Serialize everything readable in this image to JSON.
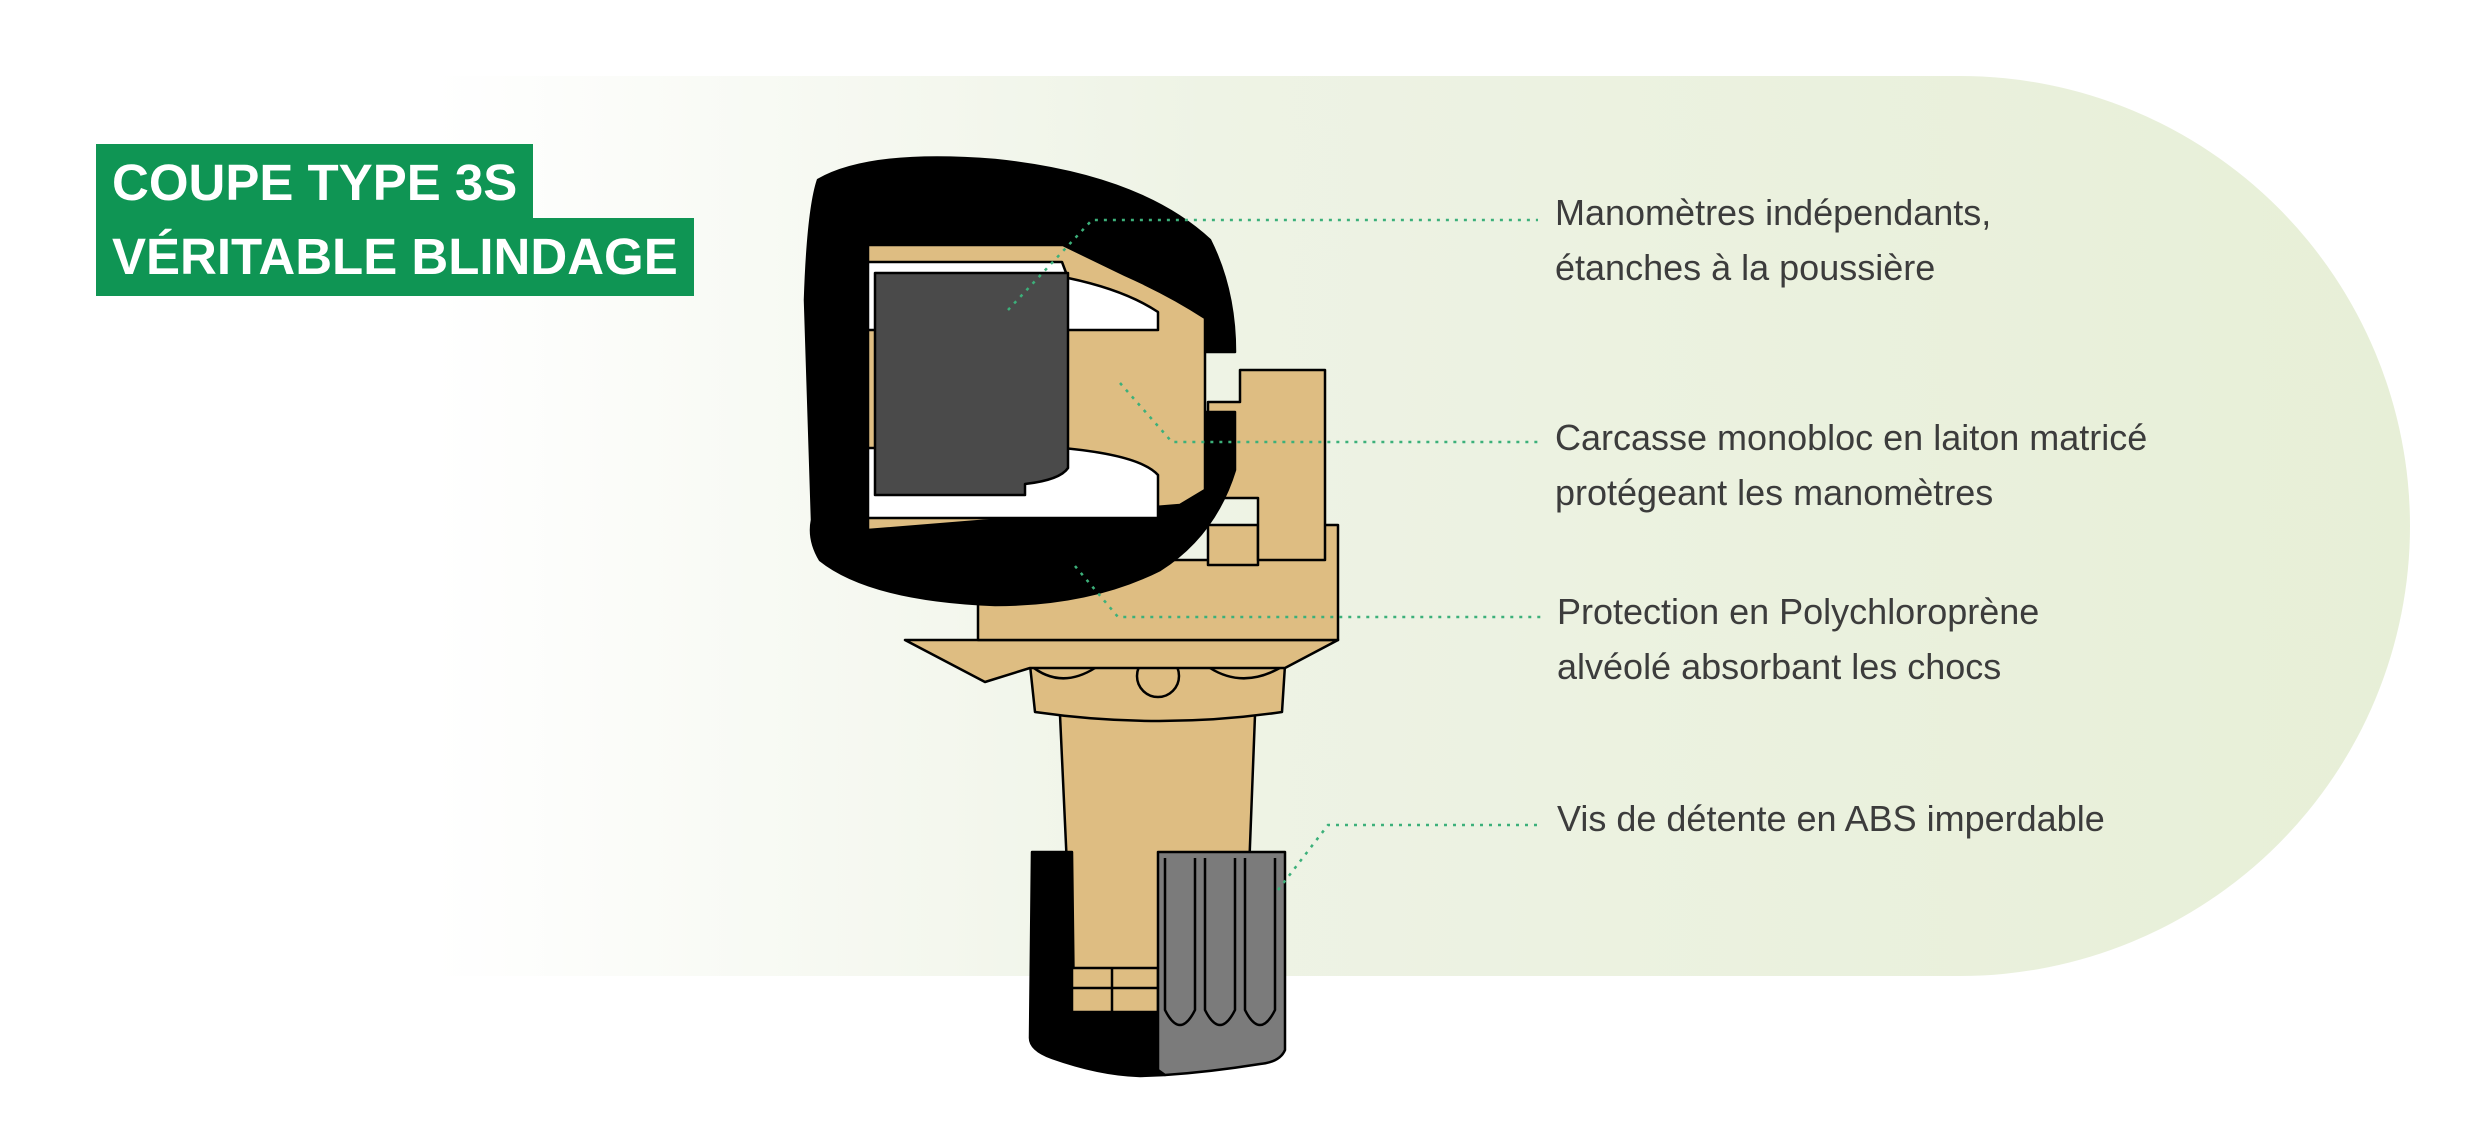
{
  "title": {
    "line1": "COUPE TYPE 3S",
    "line2": "VÉRITABLE BLINDAGE"
  },
  "callouts": [
    {
      "line1": "Manomètres indépendants,",
      "line2": "étanches à la poussière"
    },
    {
      "line1": "Carcasse monobloc en laiton matricé",
      "line2": "protégeant les manomètres"
    },
    {
      "line1": "Protection en Polychloroprène",
      "line2": "alvéolé absorbant les chocs"
    },
    {
      "line1": "Vis de détente en ABS imperdable",
      "line2": ""
    }
  ],
  "colors": {
    "title_background": "#0f9554",
    "background_tint": "#e9f0dc",
    "brass": "#debd82",
    "rubber": "#000000",
    "gauge_face": "#4a4a4a",
    "screw": "#7b7b7b",
    "leader_line": "#3cb07a"
  }
}
